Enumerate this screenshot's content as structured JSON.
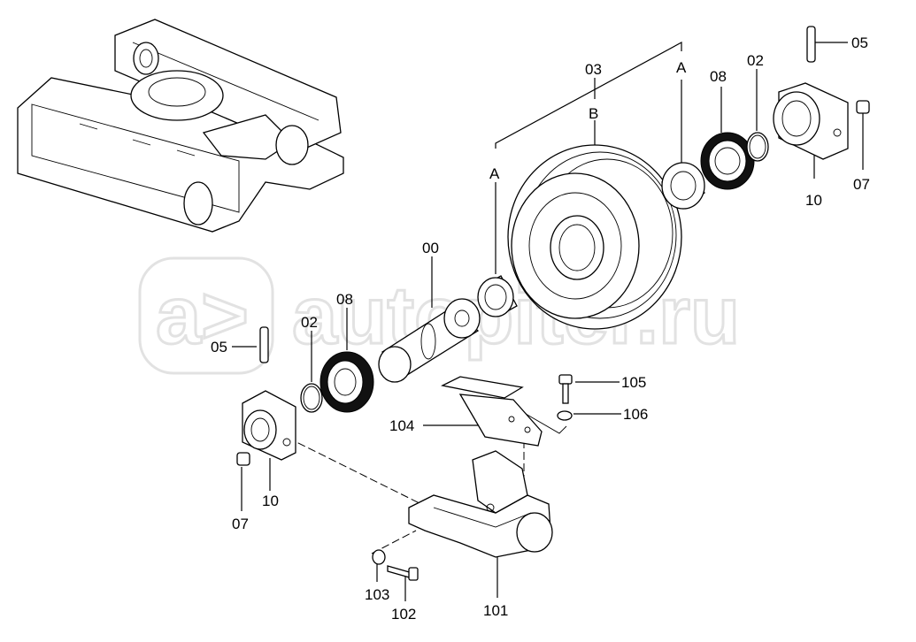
{
  "watermark": {
    "logo_text": "a>",
    "site_text": "autopiter.ru"
  },
  "callouts": [
    {
      "id": "lbl-03",
      "text": "03"
    },
    {
      "id": "lbl-A-top",
      "text": "A"
    },
    {
      "id": "lbl-B",
      "text": "B"
    },
    {
      "id": "lbl-A-left",
      "text": "A"
    },
    {
      "id": "lbl-08-top",
      "text": "08"
    },
    {
      "id": "lbl-02-top",
      "text": "02"
    },
    {
      "id": "lbl-05-top",
      "text": "05"
    },
    {
      "id": "lbl-10-right",
      "text": "10"
    },
    {
      "id": "lbl-07-right",
      "text": "07"
    },
    {
      "id": "lbl-00",
      "text": "00"
    },
    {
      "id": "lbl-08-left",
      "text": "08"
    },
    {
      "id": "lbl-02-left",
      "text": "02"
    },
    {
      "id": "lbl-05-left",
      "text": "05"
    },
    {
      "id": "lbl-10-left",
      "text": "10"
    },
    {
      "id": "lbl-07-left",
      "text": "07"
    },
    {
      "id": "lbl-105",
      "text": "105"
    },
    {
      "id": "lbl-106",
      "text": "106"
    },
    {
      "id": "lbl-104",
      "text": "104"
    },
    {
      "id": "lbl-103",
      "text": "103"
    },
    {
      "id": "lbl-102",
      "text": "102"
    },
    {
      "id": "lbl-101",
      "text": "101"
    }
  ]
}
